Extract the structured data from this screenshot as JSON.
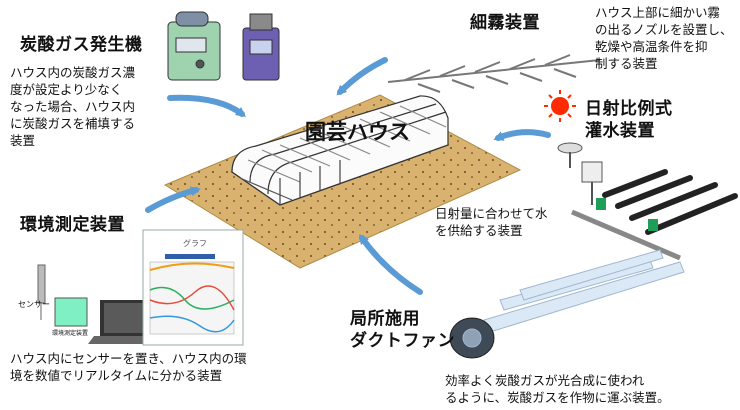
{
  "center": {
    "label": "園芸ハウス"
  },
  "co2_generator": {
    "title": "炭酸ガス発生機",
    "desc_lines": [
      "ハウス内の炭酸ガス濃",
      "度が設定より少なく",
      "なった場合、ハウス内",
      "に炭酸ガスを補填する",
      "装置"
    ]
  },
  "mist": {
    "title": "細霧装置",
    "desc_lines": [
      "ハウス上部に細かい霧",
      "の出るノズルを設置し、",
      "乾燥や高温条件を抑",
      "制する装置"
    ]
  },
  "solar_irrigation": {
    "title_lines": [
      "日射比例式",
      "灌水装置"
    ],
    "desc_lines": [
      "日射量に合わせて水",
      "を供給する装置"
    ]
  },
  "env_measure": {
    "title": "環境測定装置",
    "desc_lines": [
      "ハウス内にセンサーを置き、ハウス内の環",
      "境を数値でリアルタイムに分かる装置"
    ],
    "sensor_label": "センサー",
    "device_label": "環境測定装置",
    "graph_title": "グラフ"
  },
  "duct_fan": {
    "title_lines": [
      "局所施用",
      "ダクトファン"
    ],
    "desc_lines": [
      "効率よく炭酸ガスが光合成に使われ",
      "るように、炭酸ガスを作物に運ぶ装置。"
    ]
  },
  "colors": {
    "arrow": "#5b9bd5",
    "soil": "#d9b26f",
    "sun": "#ff2a00"
  }
}
